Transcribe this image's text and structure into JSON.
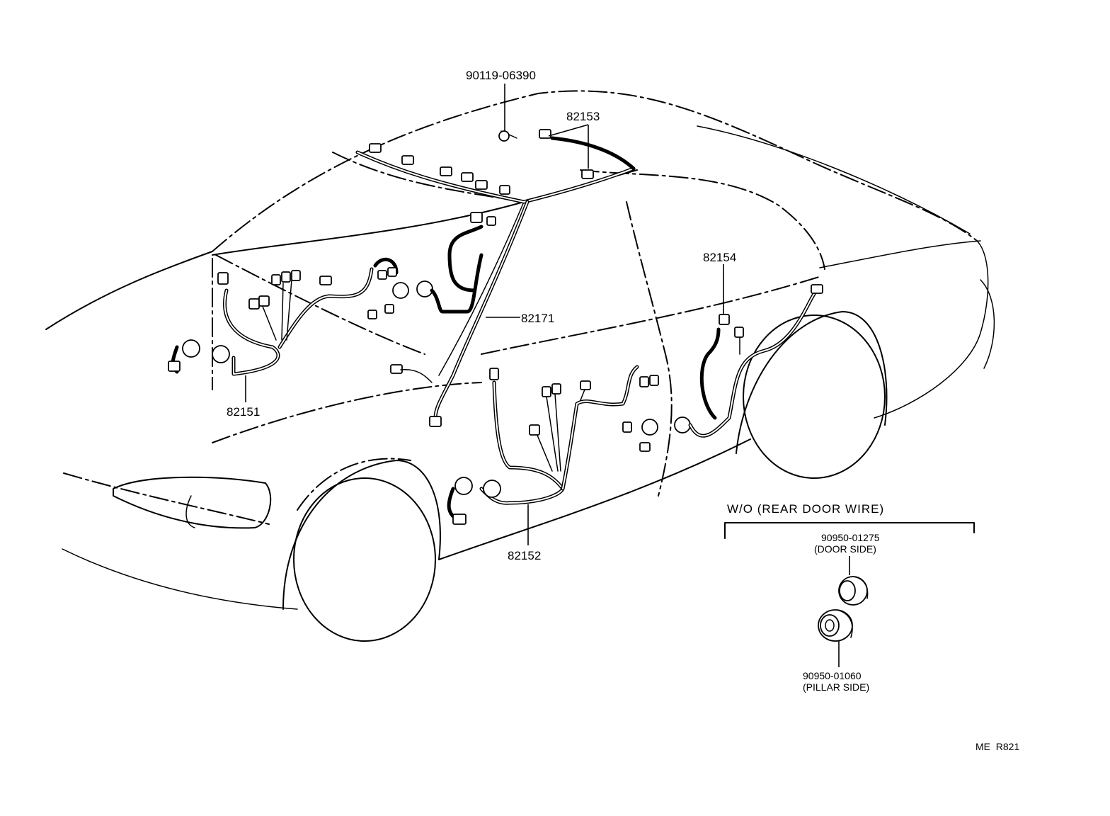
{
  "labels": {
    "bolt": "90119-06390",
    "roof_wire": "82153",
    "rear_door_wire": "82154",
    "pillar_wire": "82171",
    "front_door_wire": "82151",
    "floor_wire": "82152"
  },
  "inset": {
    "heading": "W/O (REAR DOOR WIRE)",
    "grommet_door_part": "90950-01275",
    "grommet_door_side": "(DOOR SIDE)",
    "grommet_pillar_part": "90950-01060",
    "grommet_pillar_side": "(PILLAR SIDE)"
  },
  "figure_code": "ME  R821"
}
